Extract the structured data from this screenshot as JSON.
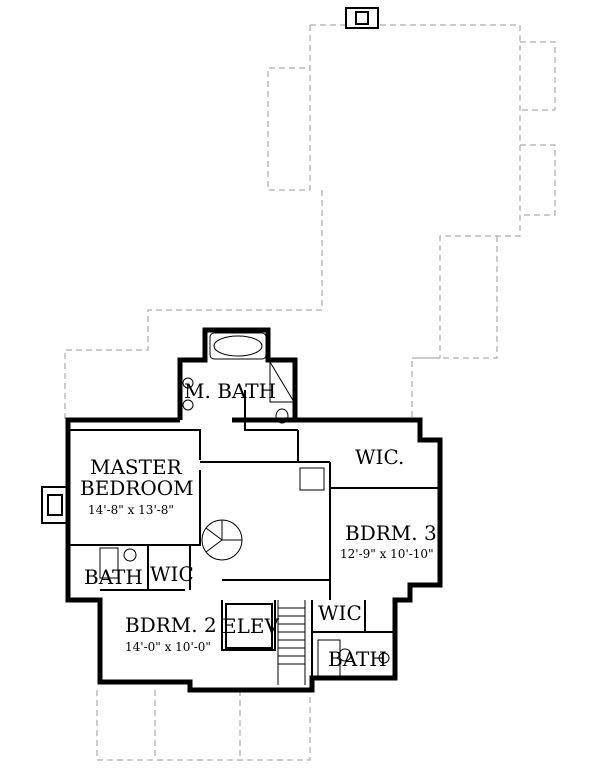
{
  "rooms": {
    "m_bath": "M. BATH",
    "master": "MASTER",
    "bedroom": "BEDROOM",
    "master_dims": "14'-8\" x 13'-8\"",
    "wic_top": "WIC.",
    "bdrm3": "BDRM. 3",
    "bdrm3_dims": "12'-9\" x 10'-10\"",
    "bath_left": "BATH",
    "wic_left": "WIC",
    "bdrm2": "BDRM. 2",
    "bdrm2_dims": "14'-0\" x 10'-0\"",
    "elev": "ELEV",
    "wic_right": "WIC",
    "bath_right": "BATH"
  }
}
